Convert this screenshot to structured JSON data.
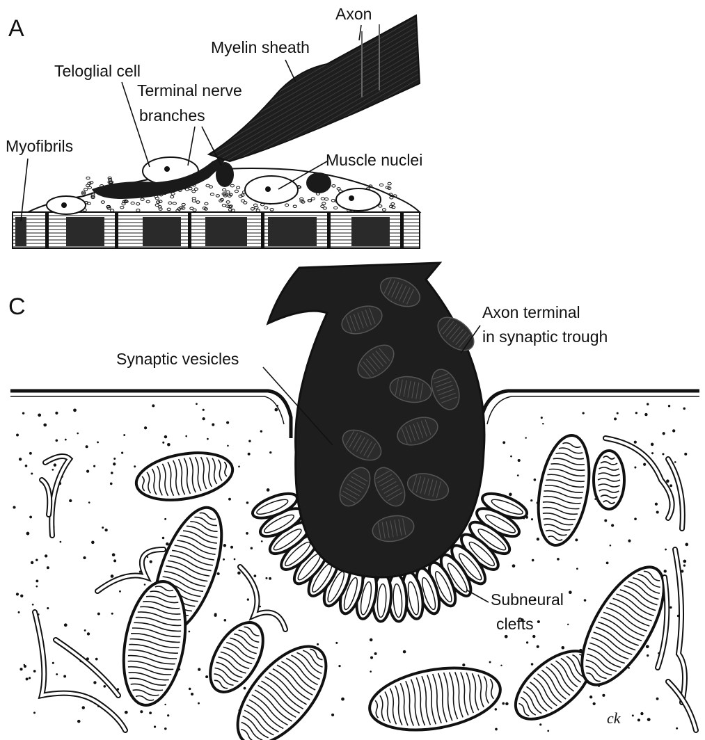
{
  "panels": {
    "a": {
      "letter": "A",
      "labels": {
        "axon": "Axon",
        "myelin_sheath": "Myelin sheath",
        "teloglial_cell": "Teloglial cell",
        "terminal_nerve_line1": "Terminal nerve",
        "terminal_nerve_line2": "branches",
        "myofibrils": "Myofibrils",
        "muscle_nuclei": "Muscle nuclei"
      }
    },
    "c": {
      "letter": "C",
      "labels": {
        "axon_terminal_line1": "Axon terminal",
        "axon_terminal_line2": "in synaptic trough",
        "synaptic_vesicles": "Synaptic vesicles",
        "subneural_line1": "Subneural",
        "subneural_line2": "clefts"
      }
    }
  },
  "signature": "ck"
}
